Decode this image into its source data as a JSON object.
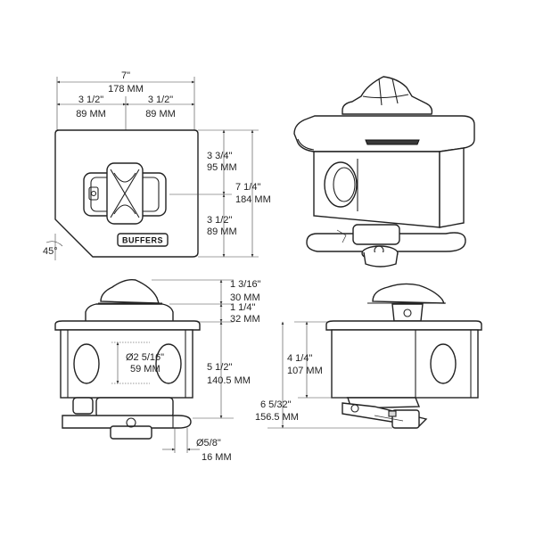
{
  "brand_label": "BUFFERS",
  "dimensions": {
    "width_total_in": "7\"",
    "width_total_mm": "178 MM",
    "half_left_in": "3 1/2\"",
    "half_left_mm": "89 MM",
    "half_right_in": "3 1/2\"",
    "half_right_mm": "89 MM",
    "angle": "45°",
    "top_section_in": "3 3/4\"",
    "top_section_mm": "95 MM",
    "bottom_section_in": "3 1/2\"",
    "bottom_section_mm": "89 MM",
    "height_total_in": "7 1/4\"",
    "height_total_mm": "184 MM",
    "knob_height_in": "1 3/16\"",
    "knob_height_mm": "30 MM",
    "flange_height_in": "1 1/4\"",
    "flange_height_mm": "32 MM",
    "hole_dia_in": "Ø2 5/16\"",
    "hole_dia_mm": "59 MM",
    "body_height_in": "5 1/2\"",
    "body_height_mm": "140.5 MM",
    "pin_dia_in": "Ø5/8\"",
    "pin_dia_mm": "16 MM",
    "side_body_in": "4 1/4\"",
    "side_body_mm": "107 MM",
    "side_total_in": "6 5/32\"",
    "side_total_mm": "156.5 MM"
  }
}
